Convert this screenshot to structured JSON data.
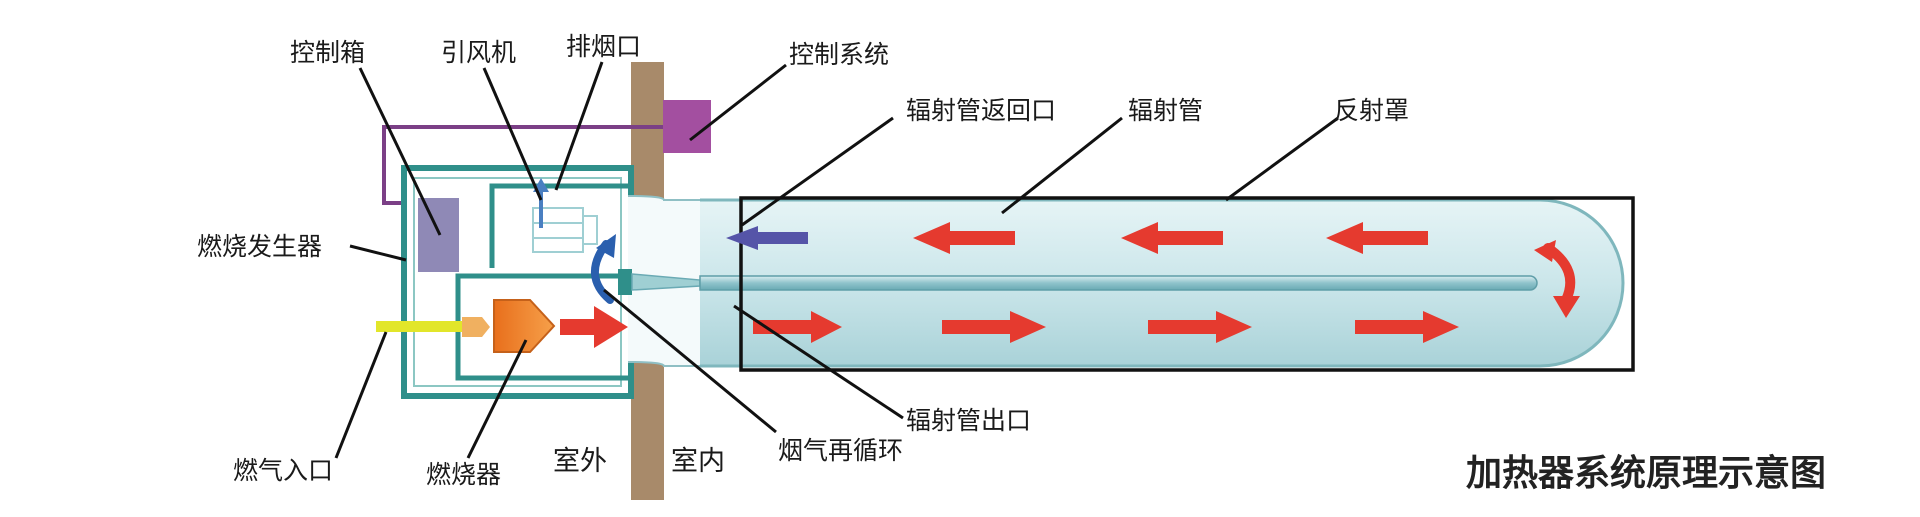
{
  "title": "加热器系统原理示意图",
  "labels": {
    "control_box": "控制箱",
    "induced_fan": "引风机",
    "exhaust_port": "排烟口",
    "control_system": "控制系统",
    "tube_return_port": "辐射管返回口",
    "radiant_tube": "辐射管",
    "reflector": "反射罩",
    "combustion_generator": "燃烧发生器",
    "gas_inlet": "燃气入口",
    "burner": "燃烧器",
    "outdoor": "室外",
    "indoor": "室内",
    "flue_gas_recirculation": "烟气再循环",
    "tube_outlet": "辐射管出口"
  },
  "colors": {
    "housing": "#2f8f8a",
    "wall": "#a88a6a",
    "control_unit": "#a34fa0",
    "control_box": "#8f89b6",
    "wire": "#7b3f86",
    "flow_arrow": "#e53a2f",
    "return_arrow": "#5554a8",
    "recirc_arrow": "#2a5fae",
    "burner": "#ee8a2a",
    "gas_pipe": "#e2e62a",
    "tube": "#bfe0e4",
    "reflector_frame": "#111111"
  }
}
